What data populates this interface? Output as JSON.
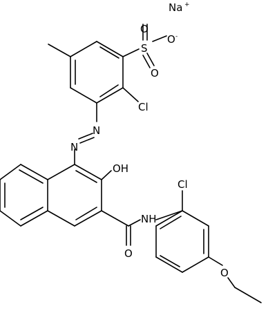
{
  "molecule": {
    "atoms": {
      "na": "Na",
      "na_charge": "+",
      "s": "S",
      "o_top": "O",
      "o_minus": "O",
      "o_minus_charge": "-",
      "o_bottom": "O",
      "cl_top": "Cl",
      "n1": "N",
      "n2": "N",
      "oh": "OH",
      "nh": "NH",
      "o_amide": "O",
      "cl_right": "Cl",
      "o_ether": "O"
    }
  }
}
